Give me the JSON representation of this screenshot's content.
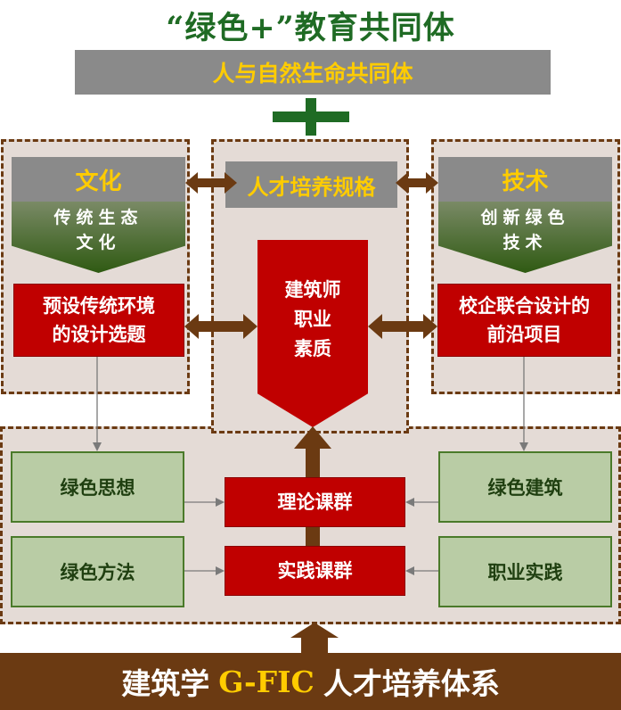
{
  "title": "“绿色+”教育共同体",
  "banner": "人与自然生命共同体",
  "left": {
    "heading": "文化",
    "sub_line1": "传统生态",
    "sub_line2": "文化",
    "box_line1": "预设传统环境",
    "box_line2": "的设计选题"
  },
  "center": {
    "heading": "人才培养规格",
    "box_line1": "建筑师",
    "box_line2": "职业",
    "box_line3": "素质"
  },
  "right": {
    "heading": "技术",
    "sub_line1": "创新绿色",
    "sub_line2": "技术",
    "box_line1": "校企联合设计的",
    "box_line2": "前沿项目"
  },
  "green_boxes": {
    "top_left": "绿色思想",
    "bottom_left": "绿色方法",
    "top_right": "绿色建筑",
    "bottom_right": "职业实践"
  },
  "course_groups": {
    "theory": "理论课群",
    "practice": "实践课群"
  },
  "footer": {
    "part1": "建筑学",
    "part2": "G-FIC",
    "part3": "人才培养体系"
  },
  "colors": {
    "title_green": "#1f6b24",
    "banner_gray": "#8a8a8a",
    "heading_yellow": "#ffcc00",
    "box_red": "#c00000",
    "box_green": "#b9cca5",
    "arrow_brown": "#6b3a12",
    "panel_bg": "#e4dbd6",
    "sub_dark_green": "#2f5a12"
  }
}
